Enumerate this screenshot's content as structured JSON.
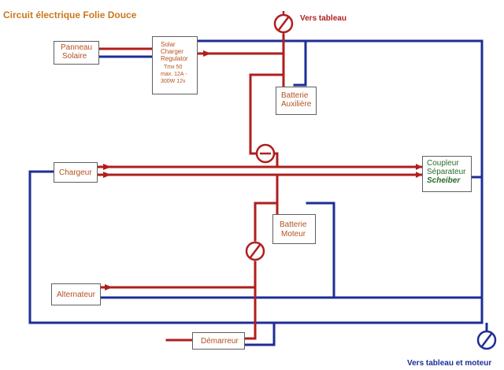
{
  "diagram": {
    "title": "Circuit électrique Folie Douce",
    "top_label": "Vers tableau",
    "bottom_label": "Vers tableau et moteur",
    "boxes": {
      "panneau": [
        "Panneau",
        "Solaire"
      ],
      "regulator": [
        "Solar",
        "Charger",
        "Regulator"
      ],
      "regulator_spec": [
        "Tmx 50",
        "max. 12A -",
        "300W 12v"
      ],
      "batterie_aux": [
        "Batterie",
        "Auxilière"
      ],
      "chargeur": [
        "Chargeur"
      ],
      "coupleur": [
        "Coupleur",
        "Séparateur"
      ],
      "coupleur_brand": "Scheiber",
      "batterie_moteur": [
        "Batterie",
        "Moteur"
      ],
      "alternateur": [
        "Alternateur"
      ],
      "demarreur": [
        "Démarreur"
      ]
    },
    "colors": {
      "positive": "#b01e1e",
      "negative": "#1e2d96",
      "title": "#c8781e",
      "box_text": "#b4511e",
      "label": "#b01e1e",
      "bottom_label": "#1e2d96",
      "brand": "#2b6b2b"
    },
    "icons": [
      "fuse-icon",
      "arrow-icon"
    ]
  }
}
